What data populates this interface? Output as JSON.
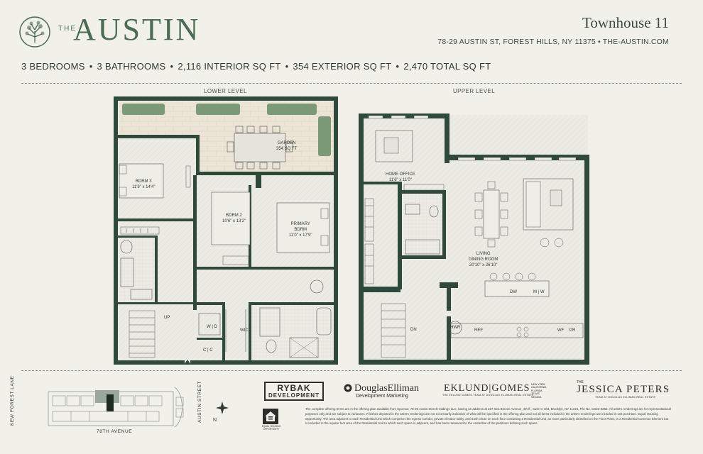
{
  "brand": {
    "the": "THE",
    "name": "AUSTIN",
    "color": "#4b6b52"
  },
  "unit": {
    "name": "Townhouse 11",
    "address": "78-29 AUSTIN ST, FOREST HILLS, NY 11375 • THE-AUSTIN.COM"
  },
  "specs": [
    "3 BEDROOMS",
    "3 BATHROOMS",
    "2,116 INTERIOR SQ FT",
    "354 EXTERIOR SQ FT",
    "2,470 TOTAL SQ FT"
  ],
  "levels": {
    "lower": "LOWER LEVEL",
    "upper": "UPPER LEVEL"
  },
  "rooms": {
    "garden": {
      "name": "GARDEN",
      "size": "354 SQ FT"
    },
    "bdrm3": {
      "name": "BDRM 3",
      "size": "11'9\" x 14'4\""
    },
    "bdrm2": {
      "name": "BDRM 2",
      "size": "10'6\" x 13'2\""
    },
    "primary": {
      "name": "PRIMARY",
      "name2": "BDRM",
      "size": "11'0\" x 17'9\""
    },
    "office": {
      "name": "HOME OFFICE",
      "size": "11'6\" x 11'0\""
    },
    "living": {
      "name": "LIVING",
      "name2": "DINING ROOM",
      "size": "20'10\" x 26'10\""
    }
  },
  "fixture_labels": {
    "up": "UP",
    "dn": "DN",
    "wd": "W | D",
    "wic": "WIC",
    "cc": "C | C",
    "dw": "DW",
    "mw": "M | W",
    "hwr": "HWR",
    "ref": "REF",
    "wf": "WF",
    "pr": "PR"
  },
  "keyplan": {
    "kew": "KEW FOREST LANE",
    "avenue": "78TH AVENUE",
    "austin": "AUSTIN STREET",
    "north": "N"
  },
  "partners": {
    "rybak_1": "RYBAK",
    "rybak_2": "DEVELOPMENT",
    "de": "DouglasElliman",
    "de_sub": "Development Marketing",
    "eg": "EKLUND|GOMES",
    "eg_sub": "THE EKLUND GOMES TEAM AT DOUGLAS ELLIMAN REAL ESTATE",
    "eg_side": "NEW YORK\nCALIFORNIA\nFLORIDA\nTEXAS\nNEVADA",
    "jp_the": "THE",
    "jp": "JESSICA PETERS",
    "jp_sub": "TEAM AT DOUGLAS ELLIMAN REAL ESTATE"
  },
  "eho": "EQUAL HOUSING OPPORTUNITY",
  "disclaimer": "The complete offering terms are in the offering plan available from Sponsor, 78-29 Austin Street Holdings LLC, having an address at 227 Sea Breeze Avenue, 4th fl., Suite C-403, Brooklyn, NY 11224, File No. CD23-0253. All artist's renderings are for representational purposes only and are subject to variances. Finishes depicted in the artist's renderings are not necessarily indicative of what will be specified in the offering plan and not all items included in the artist's renderings are included in unit purchase. Equal Housing Opportunity. The area adjacent to each Residential Unit which comprises the egress corridor, private elevator lobby, and trash chute on each floor containing a Residential Unit, as more particularly identified on the Floor Plans, is a Residential Common Element but is included in the square foot area of the Residential Unit to which such space is adjacent, and has been measured to the centerline of the partitions defining such space.",
  "colors": {
    "wall": "#2f4a3a",
    "floor": "#e9e8df",
    "paving": "#ece4d6",
    "plants": "#7c9a77",
    "accent": "#4b6b52"
  }
}
